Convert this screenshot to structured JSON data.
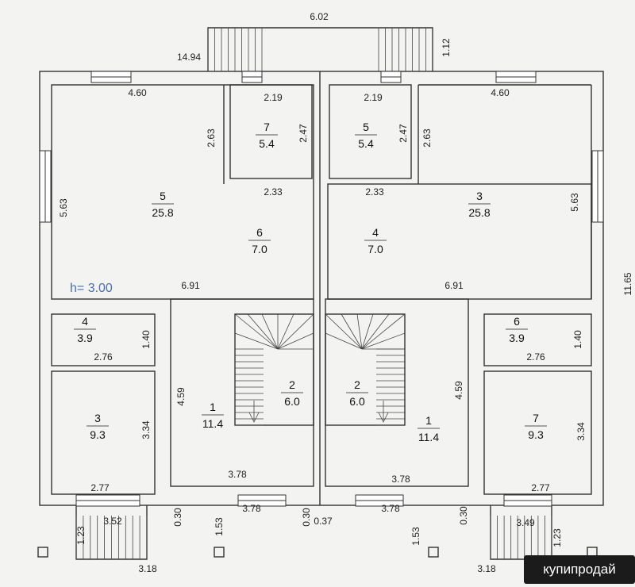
{
  "height_label": "h= 3.00",
  "rooms": [
    {
      "id": "l5",
      "num": "5",
      "area": "25.8"
    },
    {
      "id": "l6",
      "num": "6",
      "area": "7.0"
    },
    {
      "id": "l7",
      "num": "7",
      "area": "5.4"
    },
    {
      "id": "l4",
      "num": "4",
      "area": "3.9"
    },
    {
      "id": "l3",
      "num": "3",
      "area": "9.3"
    },
    {
      "id": "l1",
      "num": "1",
      "area": "11.4"
    },
    {
      "id": "l2",
      "num": "2",
      "area": "6.0"
    },
    {
      "id": "r5",
      "num": "5",
      "area": "5.4"
    },
    {
      "id": "r3",
      "num": "3",
      "area": "25.8"
    },
    {
      "id": "r4",
      "num": "4",
      "area": "7.0"
    },
    {
      "id": "r6",
      "num": "6",
      "area": "3.9"
    },
    {
      "id": "r7",
      "num": "7",
      "area": "9.3"
    },
    {
      "id": "r1",
      "num": "1",
      "area": "11.4"
    },
    {
      "id": "r2",
      "num": "2",
      "area": "6.0"
    }
  ],
  "dims": [
    {
      "id": "d_602",
      "t": "6.02"
    },
    {
      "id": "d_112",
      "t": "1.12"
    },
    {
      "id": "d_1494",
      "t": "14.94"
    },
    {
      "id": "d_460l",
      "t": "4.60"
    },
    {
      "id": "d_219l",
      "t": "2.19"
    },
    {
      "id": "d_219r",
      "t": "2.19"
    },
    {
      "id": "d_460r",
      "t": "4.60"
    },
    {
      "id": "d_263l",
      "t": "2.63"
    },
    {
      "id": "d_247l",
      "t": "2.47"
    },
    {
      "id": "d_247r",
      "t": "2.47"
    },
    {
      "id": "d_263r",
      "t": "2.63"
    },
    {
      "id": "d_563l",
      "t": "5.63"
    },
    {
      "id": "d_563r",
      "t": "5.63"
    },
    {
      "id": "d_233l",
      "t": "2.33"
    },
    {
      "id": "d_233r",
      "t": "2.33"
    },
    {
      "id": "d_691l",
      "t": "6.91"
    },
    {
      "id": "d_691r",
      "t": "6.91"
    },
    {
      "id": "d_1165",
      "t": "11.65"
    },
    {
      "id": "d_140l",
      "t": "1.40"
    },
    {
      "id": "d_140r",
      "t": "1.40"
    },
    {
      "id": "d_276l",
      "t": "2.76"
    },
    {
      "id": "d_276r",
      "t": "2.76"
    },
    {
      "id": "d_459l",
      "t": "4.59"
    },
    {
      "id": "d_459r",
      "t": "4.59"
    },
    {
      "id": "d_334l",
      "t": "3.34"
    },
    {
      "id": "d_334r",
      "t": "3.34"
    },
    {
      "id": "d_277l",
      "t": "2.77"
    },
    {
      "id": "d_277r",
      "t": "2.77"
    },
    {
      "id": "d_378l",
      "t": "3.78"
    },
    {
      "id": "d_378r",
      "t": "3.78"
    },
    {
      "id": "d_378bl",
      "t": "3.78"
    },
    {
      "id": "d_378br",
      "t": "3.78"
    },
    {
      "id": "d_030l",
      "t": "0.30"
    },
    {
      "id": "d_030m",
      "t": "0.30"
    },
    {
      "id": "d_030r",
      "t": "0.30"
    },
    {
      "id": "d_037",
      "t": "0.37"
    },
    {
      "id": "d_352",
      "t": "3.52"
    },
    {
      "id": "d_349",
      "t": "3.49"
    },
    {
      "id": "d_123l",
      "t": "1.23"
    },
    {
      "id": "d_123r",
      "t": "1.23"
    },
    {
      "id": "d_153l",
      "t": "1.53"
    },
    {
      "id": "d_153r",
      "t": "1.53"
    },
    {
      "id": "d_318l",
      "t": "3.18"
    },
    {
      "id": "d_318r",
      "t": "3.18"
    }
  ],
  "watermark": "купипродай"
}
